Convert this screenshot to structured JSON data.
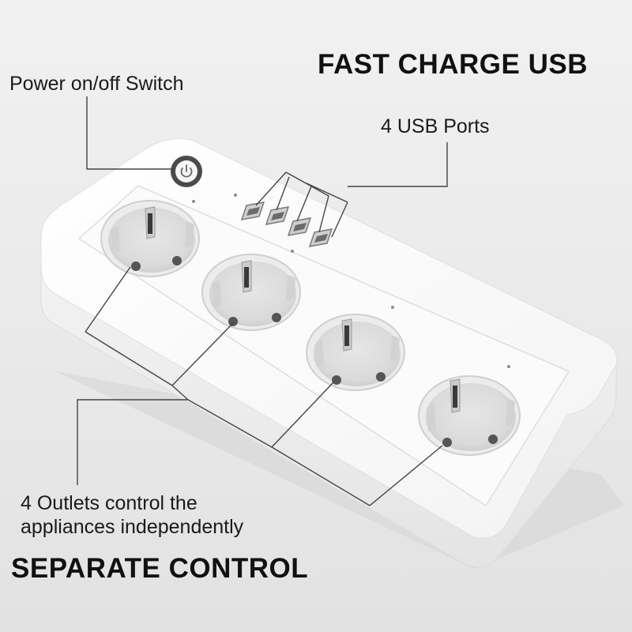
{
  "headlines": {
    "top": "FAST CHARGE USB",
    "bottom": "SEPARATE CONTROL"
  },
  "callouts": {
    "power_switch": "Power on/off Switch",
    "usb_ports": "4 USB Ports",
    "outlets_line1": "4 Outlets control the",
    "outlets_line2": "appliances independently"
  },
  "product": {
    "outlet_count": 4,
    "usb_port_count": 4,
    "body_color": "#f7f7f7",
    "switch_icon": "power-icon"
  }
}
